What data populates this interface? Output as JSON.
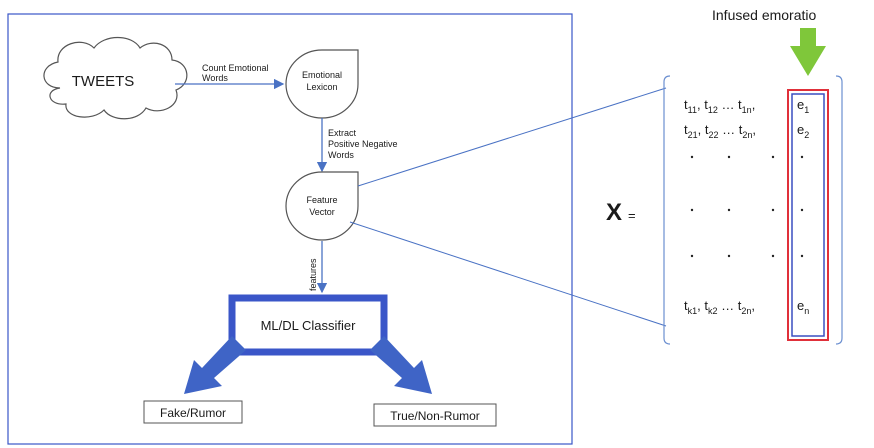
{
  "pipeline": {
    "tweets": "TWEETS",
    "count_emotional_words": [
      "Count Emotional",
      "Words"
    ],
    "emotional_lexicon": [
      "Emotional",
      "Lexicon"
    ],
    "extract_words": [
      "Extract",
      "Positive Negative",
      "Words"
    ],
    "feature_vector": [
      "Feature",
      "Vector"
    ],
    "features": "features",
    "classifier": "ML/DL Classifier",
    "fake": "Fake/Rumor",
    "true": "True/Non-Rumor"
  },
  "matrix": {
    "label": "X",
    "equals": "=",
    "infused_label": "Infused emoratio",
    "rows": [
      [
        "t11",
        "t12",
        "t1n",
        "e1"
      ],
      [
        "t21",
        "t22",
        "t2n",
        "e2"
      ],
      [
        "tk1",
        "tk2",
        "t2n",
        "en"
      ]
    ]
  },
  "colors": {
    "box_blue": "#3a56c8",
    "line_blue": "#4a72c4",
    "arrow_blue": "#3f64c6",
    "arrow_green": "#7fc73a",
    "highlight_red": "#e0303a",
    "highlight_blue": "#3a4fc0"
  }
}
